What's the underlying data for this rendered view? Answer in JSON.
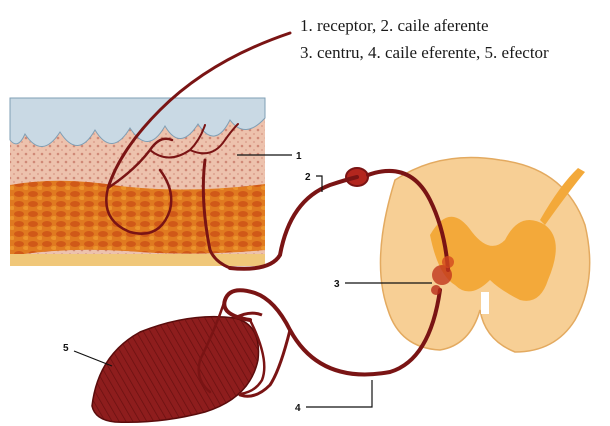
{
  "legend": {
    "line1": "1. receptor, 2.  caile aferente",
    "line2": "3. centru,  4. caile eferente, 5. efector"
  },
  "callouts": {
    "receptor": "1",
    "afferent": "2",
    "center": "3",
    "efferent": "4",
    "effector": "5"
  },
  "colors": {
    "nerve": "#7a1414",
    "skin_epidermis": "#c9d9e4",
    "skin_dermis": "#e8b49a",
    "fat": "#e07a20",
    "spinal_white": "#f7cf95",
    "spinal_gray": "#f3a93a",
    "muscle": "#8e1d1d"
  }
}
